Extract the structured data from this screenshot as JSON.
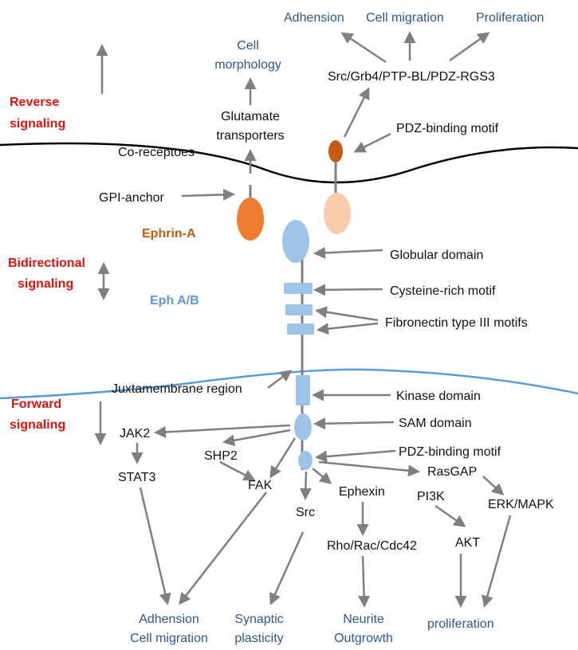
{
  "colors": {
    "outcome": "#2f5597",
    "signaling": "#e3120b",
    "ephrin": "#c55a11",
    "eph": "#5b9bd5",
    "membrane_top": "#000000",
    "membrane_bottom": "#5b9bd5",
    "arrow": "#7f7f7f",
    "orange_dark": "#c55a11",
    "orange": "#ed7d31",
    "peach": "#f8cbad",
    "blue_shape": "#9dc3e6"
  },
  "side_labels": {
    "reverse": [
      "Reverse",
      "signaling"
    ],
    "bidirectional": [
      "Bidirectional",
      "signaling"
    ],
    "forward": [
      "Forward",
      "signaling"
    ]
  },
  "proteins": {
    "ephrin_a": "Ephrin-A",
    "eph_ab": "Eph A/B"
  },
  "top_outcomes": {
    "adhesion": "Adhension",
    "migration": "Cell migration",
    "proliferation": "Proliferation",
    "morphology": [
      "Cell",
      "morphology"
    ]
  },
  "reverse_labels": {
    "src_grb4": "Src/Grb4/PTP-BL/PDZ-RGS3",
    "glutamate": [
      "Glutamate",
      "transporters"
    ],
    "pdz_binding": "PDZ-binding motif",
    "co_receptors": "Co-receptoes",
    "gpi_anchor": "GPI-anchor"
  },
  "domain_labels": {
    "globular": "Globular domain",
    "cysteine": "Cysteine-rich motif",
    "fibronectin": "Fibronectin type III motifs",
    "juxtamembrane": "Juxtamembrane region",
    "kinase": "Kinase domain",
    "sam": "SAM domain",
    "pdz_binding": "PDZ-binding motif"
  },
  "forward_nodes": {
    "jak2": "JAK2",
    "stat3": "STAT3",
    "shp2": "SHP2",
    "fak": "FAK",
    "src": "Src",
    "ephexin": "Ephexin",
    "rho": "Rho/Rac/Cdc42",
    "rasgap": "RasGAP",
    "pi3k": "PI3K",
    "akt": "AKT",
    "erk": "ERK/MAPK"
  },
  "bottom_outcomes": {
    "adhesion_migration": [
      "Adhension",
      "Cell migration"
    ],
    "synaptic": [
      "Synaptic",
      "plasticity"
    ],
    "neurite": [
      "Neurite",
      "Outgrowth"
    ],
    "proliferation": "proliferation"
  }
}
